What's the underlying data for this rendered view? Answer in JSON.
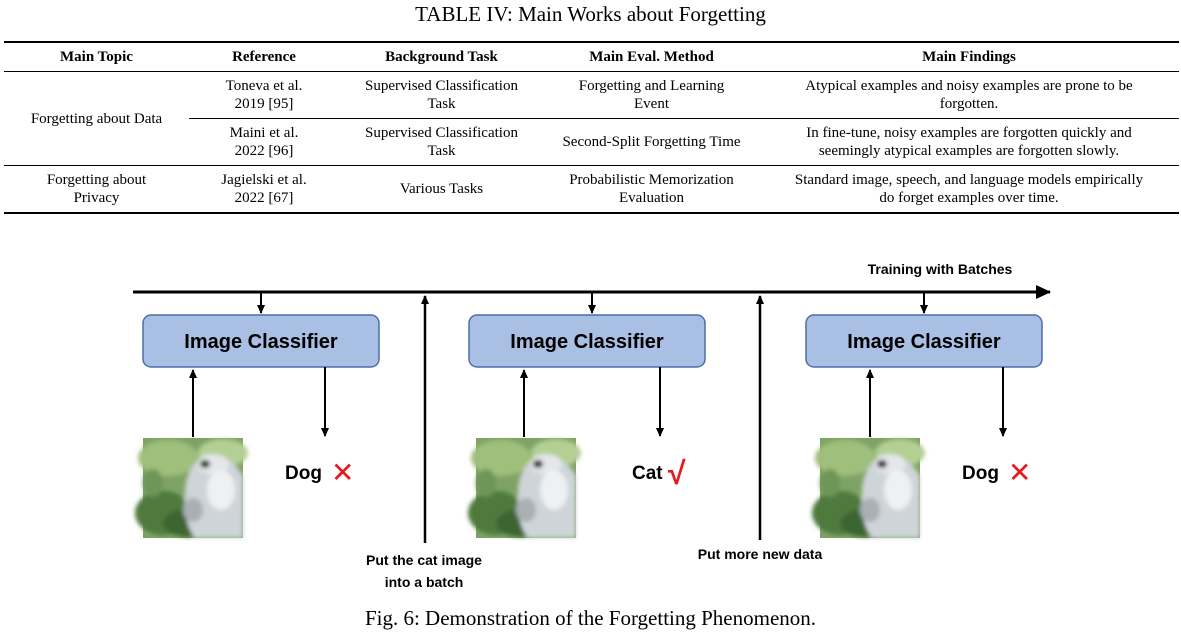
{
  "table": {
    "caption": "TABLE IV: Main Works about Forgetting",
    "headers": [
      "Main Topic",
      "Reference",
      "Background Task",
      "Main Eval. Method",
      "Main Findings"
    ],
    "rows": [
      {
        "topic": "Forgetting about Data",
        "reference": [
          "Toneva et al.",
          "2019 [95]"
        ],
        "task": [
          "Supervised Classification",
          "Task"
        ],
        "eval": [
          "Forgetting and Learning",
          "Event"
        ],
        "findings": [
          "Atypical examples and noisy examples are prone to be",
          "forgotten."
        ]
      },
      {
        "topic": "",
        "reference": [
          "Maini et al.",
          "2022 [96]"
        ],
        "task": [
          "Supervised Classification",
          "Task"
        ],
        "eval": [
          "Second-Split Forgetting Time"
        ],
        "findings": [
          "In fine-tune, noisy examples are forgotten quickly and",
          "seemingly atypical examples are forgotten slowly."
        ]
      },
      {
        "topic": [
          "Forgetting about",
          "Privacy"
        ],
        "reference": [
          "Jagielski et al.",
          "2022 [67]"
        ],
        "task": [
          "Various Tasks"
        ],
        "eval": [
          "Probabilistic Memorization",
          "Evaluation"
        ],
        "findings": [
          "Standard image, speech, and language models empirically",
          "do forget examples over time."
        ]
      }
    ]
  },
  "figure": {
    "timeline_label": "Training with Batches",
    "stages": [
      {
        "classifier_label": "Image Classifier",
        "prediction": "Dog",
        "correct": false,
        "mark": "✕"
      },
      {
        "classifier_label": "Image Classifier",
        "prediction": "Cat",
        "correct": true,
        "mark": "√"
      },
      {
        "classifier_label": "Image Classifier",
        "prediction": "Dog",
        "correct": false,
        "mark": "✕"
      }
    ],
    "events": [
      {
        "label_lines": [
          "Put the cat image",
          "into a batch"
        ]
      },
      {
        "label_lines": [
          "Put more new data"
        ]
      }
    ],
    "caption": "Fig. 6: Demonstration of the Forgetting Phenomenon.",
    "colors": {
      "box_fill": "#a9bfe3",
      "box_stroke": "#4a6fa9",
      "mark": "#e8191d",
      "arrow": "#000000"
    }
  }
}
